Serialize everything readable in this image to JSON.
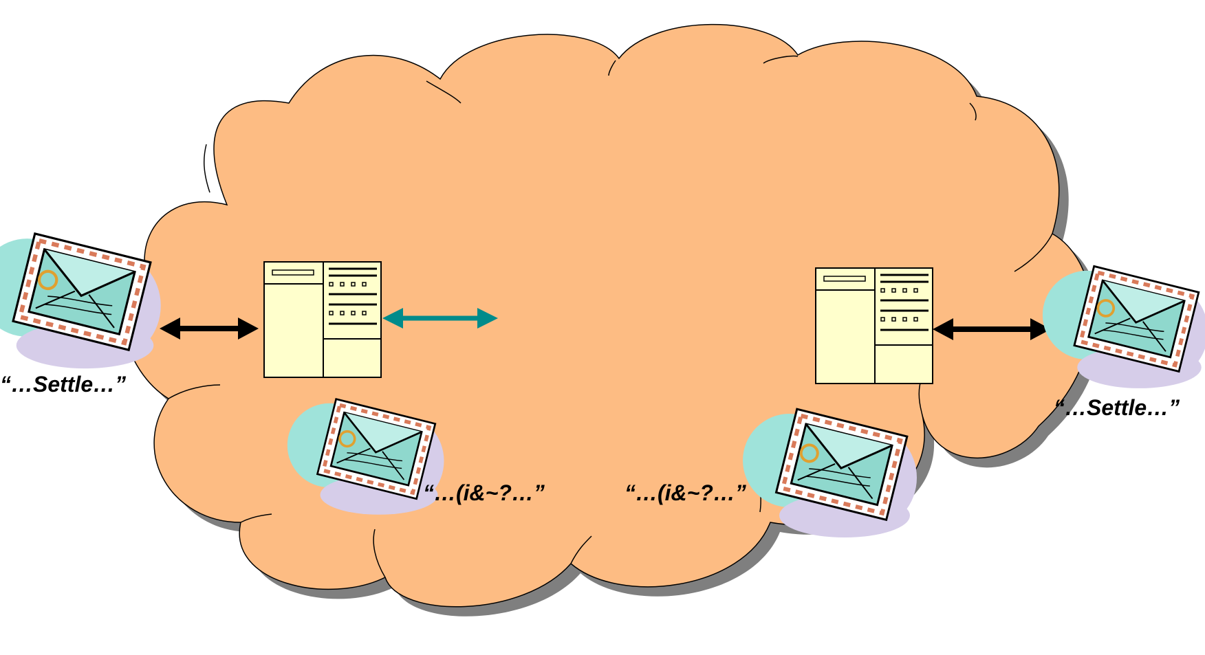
{
  "labels": {
    "left_plaintext": "“…Settle…”",
    "left_ciphertext": "“…(i&~?…”",
    "right_ciphertext": "“…(i&~?…”",
    "right_plaintext": "“…Settle…”"
  },
  "colors": {
    "cloud_fill": "#fdbc83",
    "cloud_shadow": "#7f7f7f",
    "document_fill": "#ffffcc",
    "arrow_black": "#000000",
    "arrow_teal": "#008b8b",
    "envelope_teal": "#9fe3da",
    "envelope_lavender": "#d6cde9"
  },
  "icons": {
    "envelope": "envelope-icon",
    "document": "document-icon"
  }
}
